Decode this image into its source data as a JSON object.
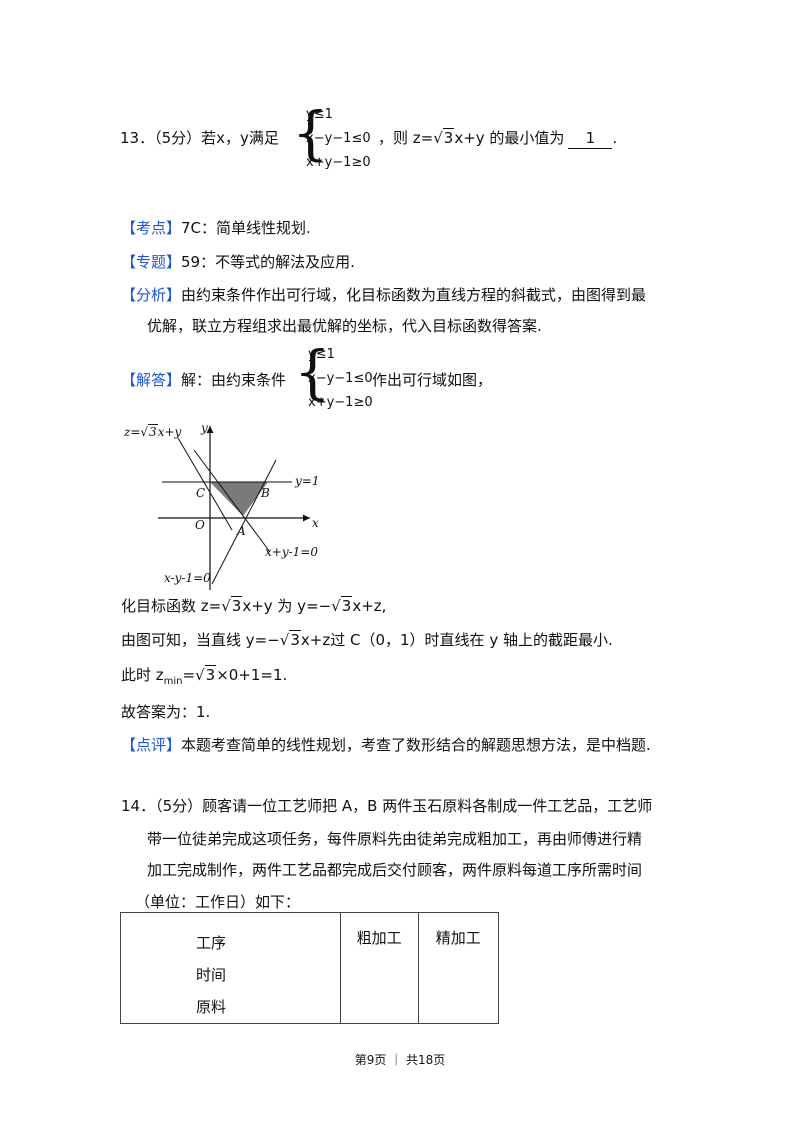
{
  "q13": {
    "number": "13．（5分）若x，y满足",
    "system": [
      "y≤1",
      "x−y−1≤0",
      "x+y−1≥0"
    ],
    "mid": "，则 z=",
    "radicand": "3",
    "expr_after": "x+y 的最小值为",
    "answer": "1",
    "end": "."
  },
  "analysis": {
    "kaodian_tag": "【考点】",
    "kaodian_text": "7C：简单线性规划.",
    "zhuanti_tag": "【专题】",
    "zhuanti_text": "59：不等式的解法及应用.",
    "fenxi_tag": "【分析】",
    "fenxi_line1": "由约束条件作出可行域，化目标函数为直线方程的斜截式，由图得到最",
    "fenxi_line2": "优解，联立方程组求出最优解的坐标，代入目标函数得答案.",
    "jieda_tag": "【解答】",
    "jieda_pre": "解：由约束条件",
    "jieda_system": [
      "y≤1",
      "x−y−1≤0",
      "x+y−1≥0"
    ],
    "jieda_post": "作出可行域如图，"
  },
  "figure": {
    "z_label": "z=",
    "z_radicand": "3",
    "z_after": "x+y",
    "y_axis": "y",
    "x_axis": "x",
    "origin": "O",
    "point_c": "C",
    "point_b": "B",
    "point_a": "A",
    "line_y1": "y=1",
    "line_sum": "x+y-1=0",
    "line_diff": "x-y-1=0"
  },
  "solution": {
    "l1_a": "化目标函数 z=",
    "l1_rad": "3",
    "l1_b": "x+y 为 y=−",
    "l1_rad2": "3",
    "l1_c": "x+z,",
    "l2_a": "由图可知，当直线 y=−",
    "l2_rad": "3",
    "l2_b": "x+z过 C（0，1）时直线在 y 轴上的截距最小.",
    "l3_a": "此时 z",
    "l3_sub": "min",
    "l3_b": "=",
    "l3_rad": "3",
    "l3_c": "×0+1=1.",
    "l4": "故答案为：1.",
    "dianping_tag": "【点评】",
    "dianping_text": "本题考查简单的线性规划，考查了数形结合的解题思想方法，是中档题."
  },
  "q14": {
    "line1": "14．（5分）顾客请一位工艺师把 A，B 两件玉石原料各制成一件工艺品，工艺师",
    "line2": "带一位徒弟完成这项任务，每件原料先由徒弟完成粗加工，再由师傅进行精",
    "line3": "加工完成制作，两件工艺品都完成后交付顾客，两件原料每道工序所需时间",
    "line4": "（单位：工作日）如下：",
    "table": {
      "hdr_a": "工序",
      "hdr_b": "时间",
      "hdr_c": "原料",
      "col1": "粗加工",
      "col2": "精加工"
    }
  },
  "footer": {
    "text": "第9页 ｜ 共18页"
  }
}
